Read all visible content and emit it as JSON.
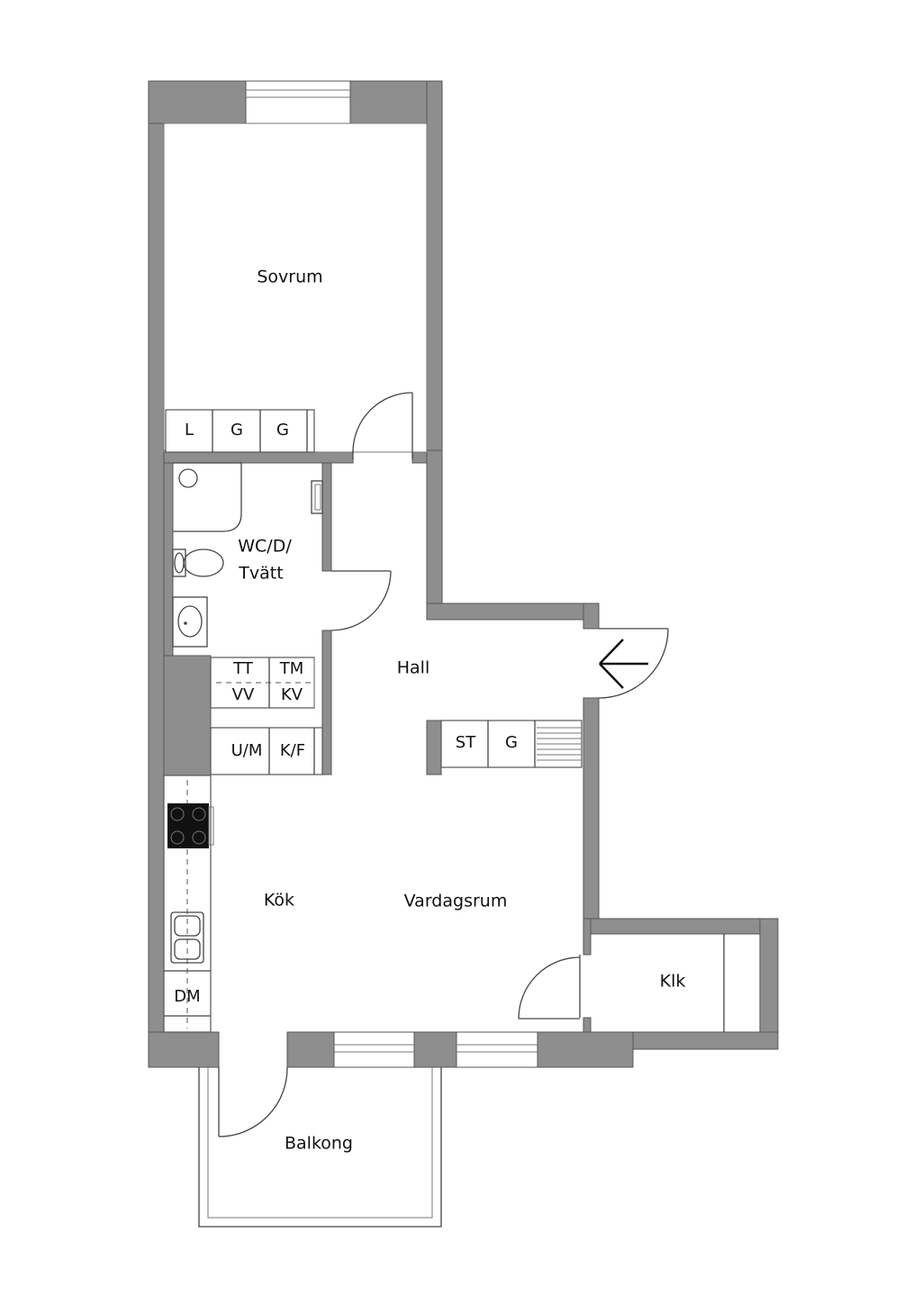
{
  "rooms": {
    "sovrum": "Sovrum",
    "wc": "WC/D/",
    "wc_line2": "Tvätt",
    "hall": "Hall",
    "kok": "Kök",
    "vardagsrum": "Vardagsrum",
    "klk": "Klk",
    "balkong": "Balkong"
  },
  "fixtures": {
    "wardrobe_l": "L",
    "wardrobe_g1": "G",
    "wardrobe_g2": "G",
    "tt": "TT",
    "tm": "TM",
    "vv": "VV",
    "kv": "KV",
    "um": "U/M",
    "kf": "K/F",
    "st": "ST",
    "g_hall": "G",
    "dm": "DM"
  },
  "colors": {
    "wall": "#8e8e8e",
    "background": "#ffffff",
    "line": "#444444"
  }
}
